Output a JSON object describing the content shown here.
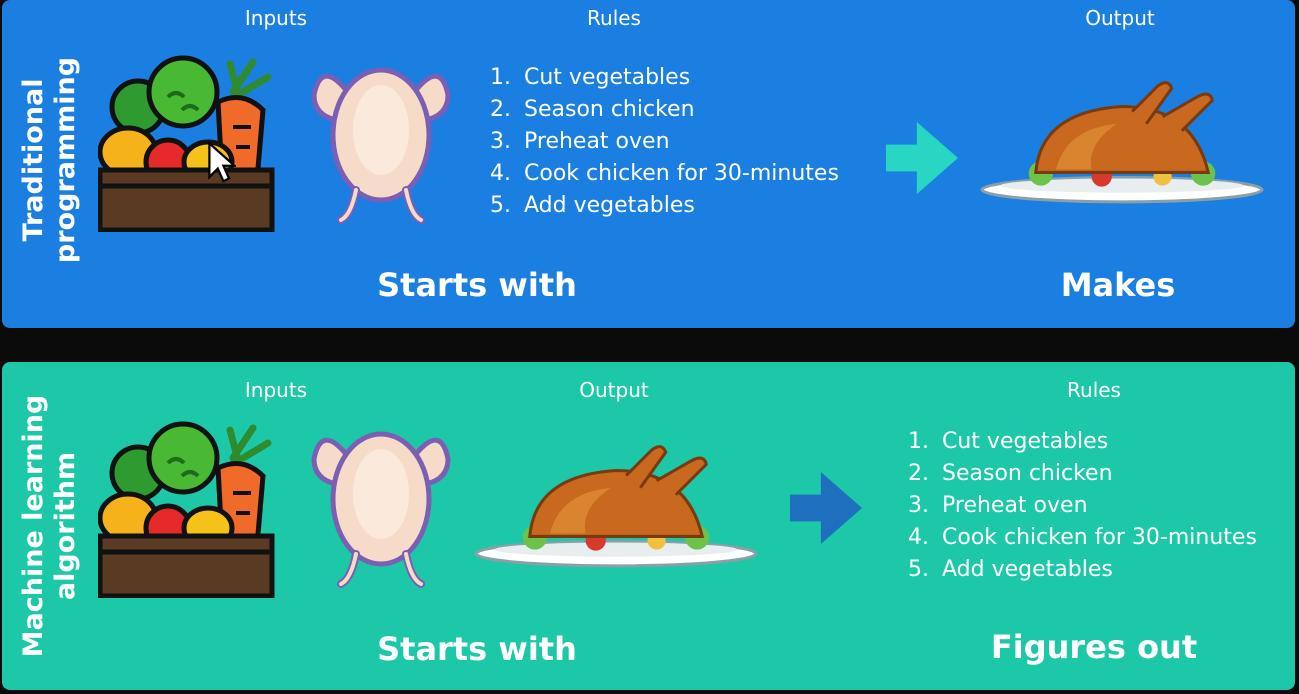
{
  "traditional": {
    "side_label": [
      "Traditional",
      "programming"
    ],
    "headers": {
      "inputs": "Inputs",
      "rules": "Rules",
      "output": "Output"
    },
    "rules": [
      {
        "n": "1.",
        "text": "Cut vegetables"
      },
      {
        "n": "2.",
        "text": "Season chicken"
      },
      {
        "n": "3.",
        "text": "Preheat oven"
      },
      {
        "n": "4.",
        "text": "Cook chicken for 30-minutes"
      },
      {
        "n": "5.",
        "text": "Add vegetables"
      }
    ],
    "footer_left": "Starts with",
    "footer_right": "Makes",
    "arrow_color": "#29d6c3"
  },
  "ml": {
    "side_label": [
      "Machine learning",
      "algorithm"
    ],
    "headers": {
      "inputs": "Inputs",
      "output": "Output",
      "rules": "Rules"
    },
    "rules": [
      {
        "n": "1.",
        "text": "Cut vegetables"
      },
      {
        "n": "2.",
        "text": "Season chicken"
      },
      {
        "n": "3.",
        "text": "Preheat oven"
      },
      {
        "n": "4.",
        "text": "Cook chicken for 30-minutes"
      },
      {
        "n": "5.",
        "text": "Add vegetables"
      }
    ],
    "footer_left": "Starts with",
    "footer_right": "Figures out",
    "arrow_color": "#1f6fbf"
  },
  "colors": {
    "top_panel": "#1a7fe0",
    "bottom_panel": "#1dc8a8",
    "background": "#0b0b0b"
  },
  "icons": {
    "vegetables": "vegetable-crate-icon",
    "raw_chicken": "raw-chicken-icon",
    "roast_chicken": "roast-chicken-icon",
    "arrow": "arrow-right-icon",
    "cursor": "mouse-cursor-icon"
  }
}
